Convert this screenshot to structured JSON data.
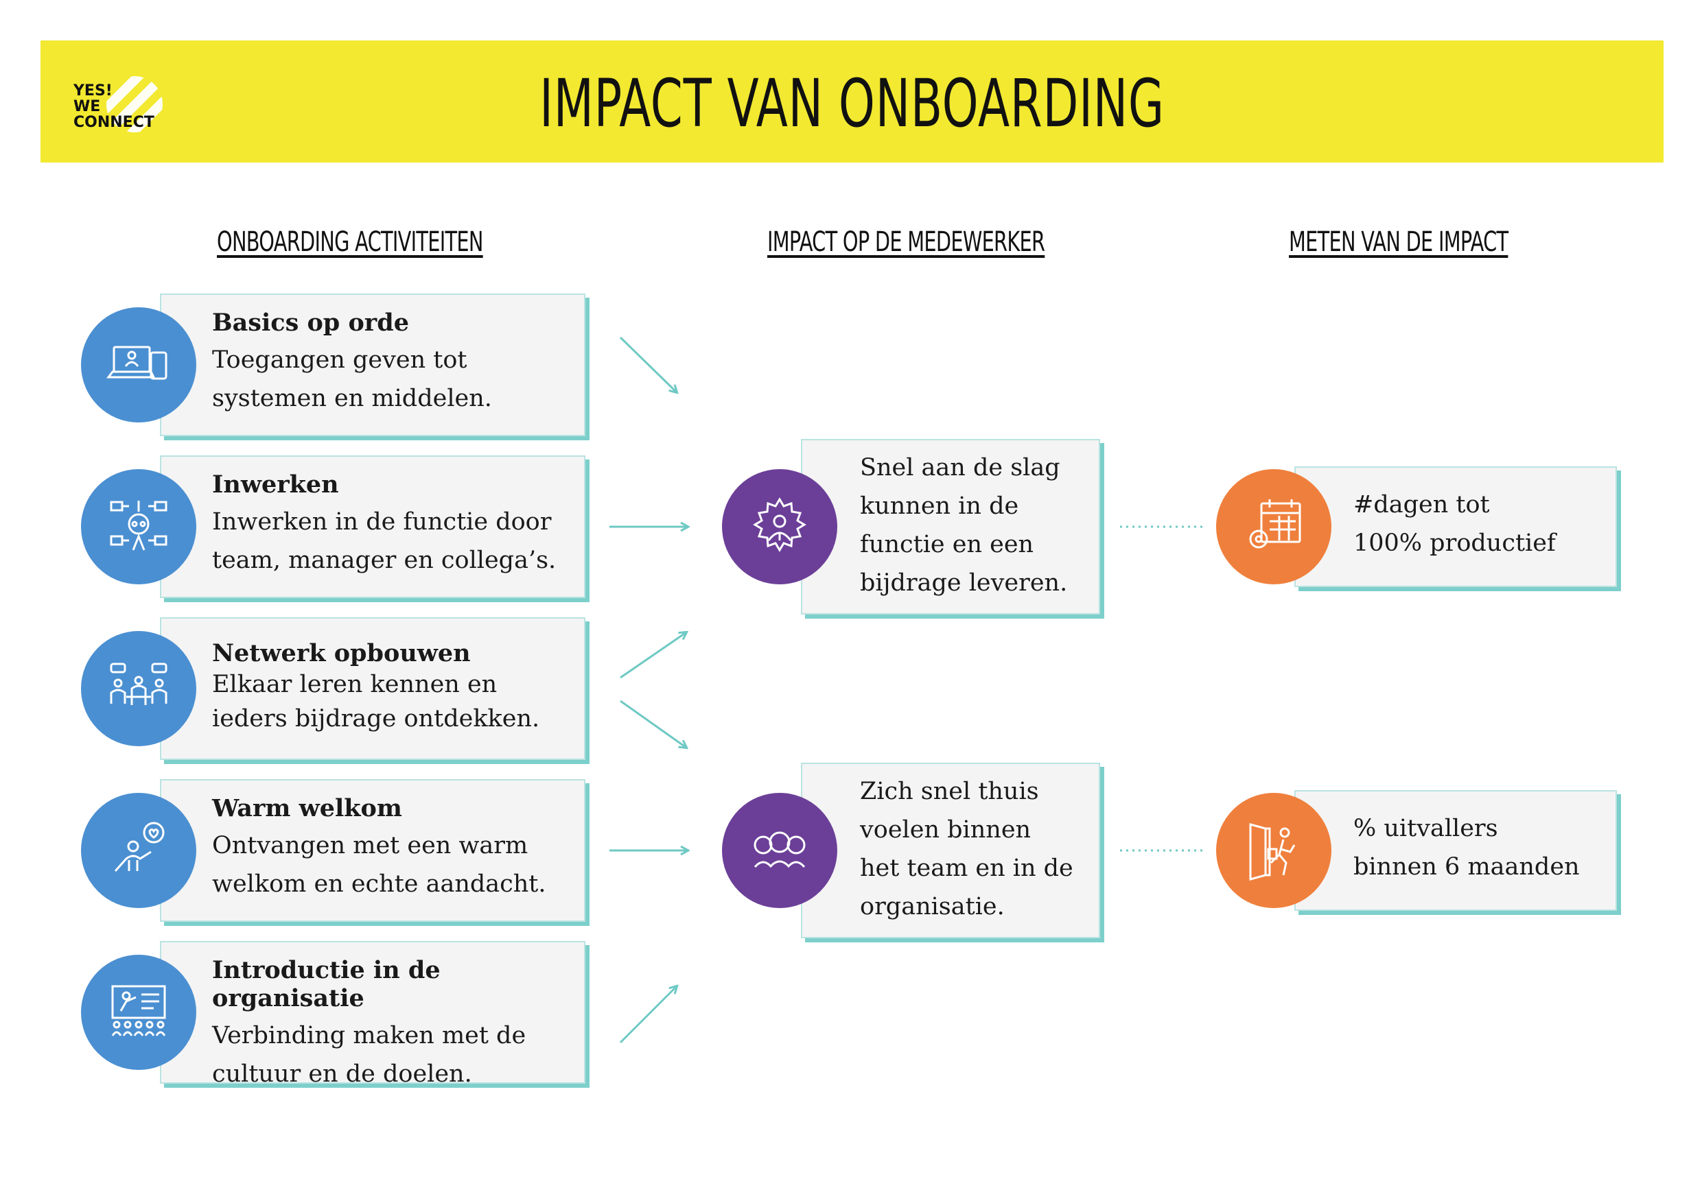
{
  "header": {
    "title": "IMPACT VAN ONBOARDING",
    "logo_text": "YES!\nWE\nCONNECT",
    "color": "#f2e930"
  },
  "columns": {
    "activities": "ONBOARDING ACTIVITEITEN",
    "impact": "IMPACT OP DE MEDEWERKER",
    "measure": "METEN VAN DE IMPACT"
  },
  "activities": [
    {
      "title": "Basics op orde",
      "text": "Toegangen geven tot systemen en middelen.",
      "icon": "devices-icon"
    },
    {
      "title": "Inwerken",
      "text": "Inwerken in de functie door team, manager en collega’s.",
      "icon": "brain-connections-icon"
    },
    {
      "title": "Netwerk opbouwen",
      "text": "Elkaar leren kennen en ieders bijdrage ontdekken.",
      "icon": "team-meeting-icon"
    },
    {
      "title": "Warm welkom",
      "text": "Ontvangen met een warm welkom en echte aandacht.",
      "icon": "welcome-heart-icon"
    },
    {
      "title": "Introductie in de organisatie",
      "text": "Verbinding maken met de cultuur en de doelen.",
      "icon": "presentation-icon"
    }
  ],
  "impacts": [
    {
      "text": "Snel aan de slag\nkunnen in de\nfunctie en een\nbijdrage leveren.",
      "icon": "gear-person-icon"
    },
    {
      "text": "Zich snel thuis\nvoelen binnen\nhet team en in de\norganisatie.",
      "icon": "group-people-icon"
    }
  ],
  "measures": [
    {
      "text": "#dagen tot\n100% productief",
      "icon": "calendar-gear-icon"
    },
    {
      "text": "% uitvallers\nbinnen 6 maanden",
      "icon": "exit-door-icon"
    }
  ],
  "colors": {
    "blue": "#4a8fd1",
    "purple": "#6b3f98",
    "orange": "#ef7f3c",
    "teal": "#7ccfcb"
  }
}
